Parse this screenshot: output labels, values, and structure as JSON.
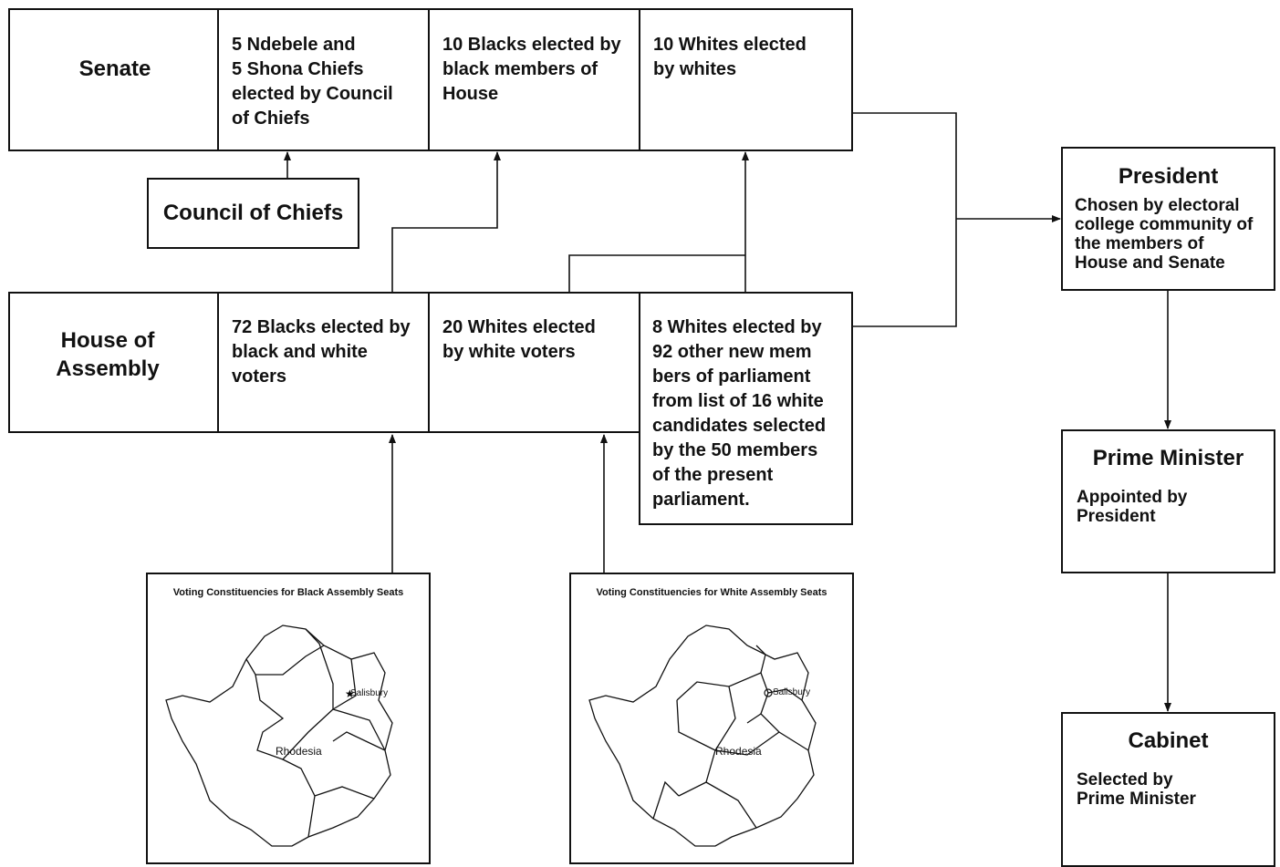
{
  "senate": {
    "label": "Senate",
    "cells": [
      "5 Ndebele and\n5 Shona Chiefs\nelected by Council\nof Chiefs",
      "10 Blacks elected by\nblack members of\nHouse",
      "10 Whites elected\nby whites"
    ]
  },
  "council": {
    "label": "Council of Chiefs"
  },
  "house": {
    "label": "House of\nAssembly",
    "cells": [
      "72 Blacks elected by\nblack and white\nvoters",
      "20 Whites elected\nby white voters",
      "8 Whites elected by\n92 other new mem\nbers of parliament\nfrom list of 16 white\ncandidates selected\nby the 50 members\nof the present\nparliament."
    ]
  },
  "president": {
    "title": "President",
    "desc": "Chosen by electoral\ncollege community of\nthe members of\nHouse and Senate"
  },
  "prime_minister": {
    "title": "Prime Minister",
    "desc": "Appointed by\nPresident"
  },
  "cabinet": {
    "title": "Cabinet",
    "desc": "Selected by\nPrime Minister"
  },
  "maps": [
    {
      "title": "Voting Constituencies for Black Assembly Seats",
      "city": "Salisbury",
      "country": "Rhodesia"
    },
    {
      "title": "Voting Constituencies for White Assembly Seats",
      "city": "Salisbury",
      "country": "Rhodesia"
    }
  ]
}
